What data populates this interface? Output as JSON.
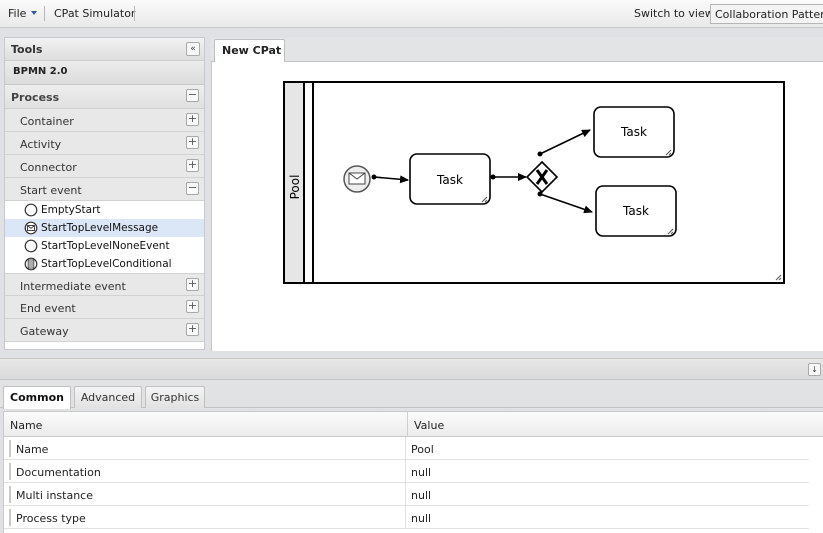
{
  "toolbar": {
    "file_label": "File",
    "simulator_label": "CPat Simulator",
    "switch_view_label": "Switch to view:",
    "view_selected": "Collaboration Pattern"
  },
  "tools": {
    "title": "Tools",
    "collapse_glyph": "«",
    "bpmn_label": "BPMN 2.0",
    "process_label": "Process",
    "groups": [
      {
        "label": "Container",
        "state": "+"
      },
      {
        "label": "Activity",
        "state": "+"
      },
      {
        "label": "Connector",
        "state": "+"
      },
      {
        "label": "Start event",
        "state": "−"
      }
    ],
    "start_events": [
      {
        "label": "EmptyStart",
        "icon": "empty-circle-icon"
      },
      {
        "label": "StartTopLevelMessage",
        "icon": "message-circle-icon"
      },
      {
        "label": "StartTopLevelNoneEvent",
        "icon": "empty-circle-icon"
      },
      {
        "label": "StartTopLevelConditional",
        "icon": "conditional-circle-icon"
      }
    ],
    "groups_after": [
      {
        "label": "Intermediate event",
        "state": "+"
      },
      {
        "label": "End event",
        "state": "+"
      },
      {
        "label": "Gateway",
        "state": "+"
      }
    ],
    "process_state": "−"
  },
  "editor": {
    "tab_label": "New CPat",
    "diagram": {
      "pool_label": "Pool",
      "task_center": "Task",
      "task_top": "Task",
      "task_bottom": "Task"
    }
  },
  "properties": {
    "tabs": [
      "Common",
      "Advanced",
      "Graphics"
    ],
    "active_tab": "Common",
    "col_name": "Name",
    "col_value": "Value",
    "rows": [
      {
        "name": "Name",
        "value": "Pool"
      },
      {
        "name": "Documentation",
        "value": "null"
      },
      {
        "name": "Multi instance",
        "value": "null"
      },
      {
        "name": "Process type",
        "value": "null"
      }
    ]
  },
  "colors": {
    "selection": "#dbe6f7",
    "accent": "#2a5aa8"
  }
}
